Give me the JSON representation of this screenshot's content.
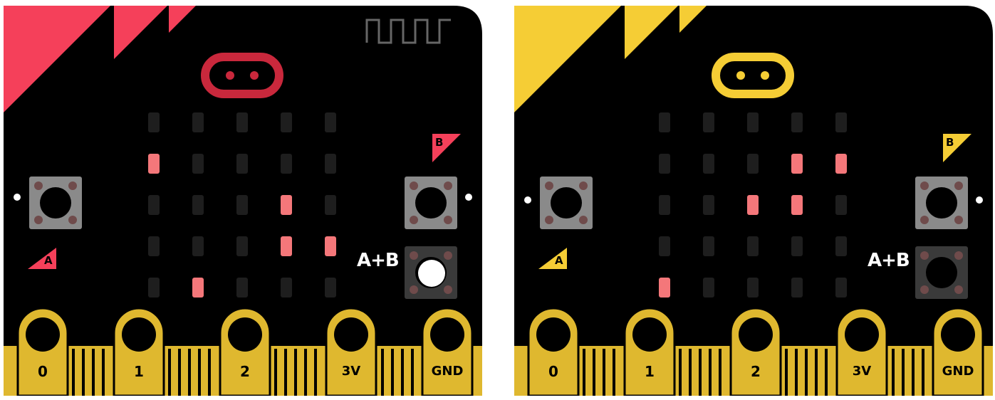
{
  "boards": [
    {
      "id": "left",
      "accent": "#f5405a",
      "led_on": [
        [
          0,
          0,
          0,
          0,
          0
        ],
        [
          1,
          0,
          0,
          0,
          0
        ],
        [
          0,
          0,
          0,
          1,
          0
        ],
        [
          0,
          0,
          0,
          1,
          1
        ],
        [
          0,
          1,
          0,
          0,
          0
        ]
      ],
      "button_a_letter": "A",
      "button_b_letter": "B",
      "button_ab_label": "A+B",
      "button_ab_pressed": true,
      "pins": [
        "0",
        "1",
        "2",
        "3V",
        "GND"
      ],
      "icons": [
        "square-wave-icon"
      ]
    },
    {
      "id": "right",
      "accent": "#f5cd35",
      "led_on": [
        [
          0,
          0,
          0,
          0,
          0
        ],
        [
          0,
          0,
          0,
          1,
          1
        ],
        [
          0,
          0,
          1,
          1,
          0
        ],
        [
          0,
          0,
          0,
          0,
          0
        ],
        [
          1,
          0,
          0,
          0,
          0
        ]
      ],
      "button_a_letter": "A",
      "button_b_letter": "B",
      "button_ab_label": "A+B",
      "button_ab_pressed": false,
      "pins": [
        "0",
        "1",
        "2",
        "3V",
        "GND"
      ],
      "icons": []
    }
  ],
  "colors": {
    "board_body": "#000000",
    "gold": "#dfb82f",
    "button_face": "#8a8a8a",
    "button_screw": "#6f4b4b",
    "led_off": "#1e1e1e",
    "led_on": "#f4777a"
  }
}
